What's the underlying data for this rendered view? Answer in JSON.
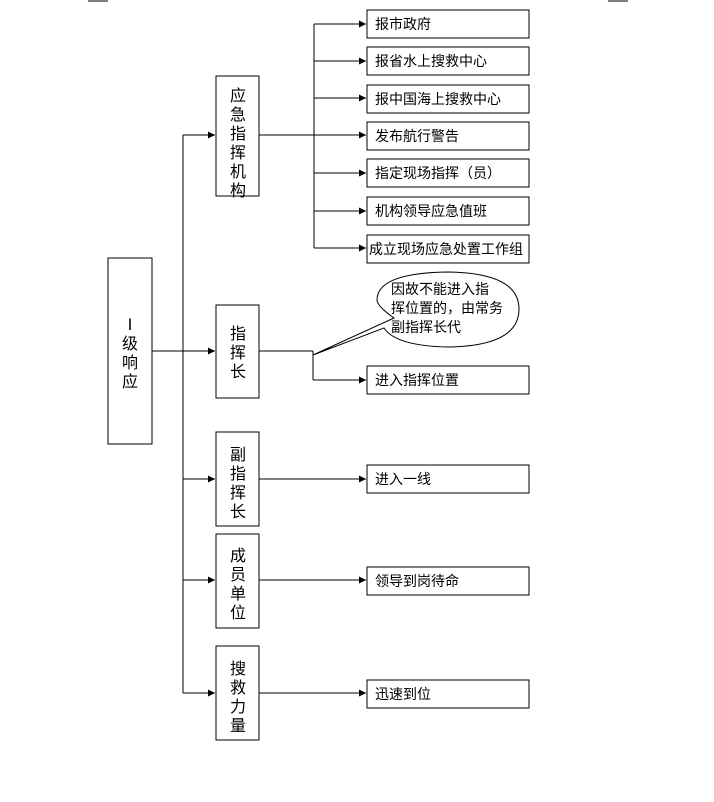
{
  "root": {
    "label": "I级响应"
  },
  "groups": [
    {
      "label": "应急指挥机构",
      "actions": [
        "报市政府",
        "报省水上搜救中心",
        "报中国海上搜救中心",
        "发布航行警告",
        "指定现场指挥（员）",
        "机构领导应急值班",
        "成立现场应急处置工作组"
      ]
    },
    {
      "label": "指挥长",
      "actions": [
        "进入指挥位置"
      ],
      "note": [
        "因故不能进入指",
        "挥位置的，由常务",
        "副指挥长代"
      ]
    },
    {
      "label": "副指挥长",
      "actions": [
        "进入一线"
      ]
    },
    {
      "label": "成员单位",
      "actions": [
        "领导到岗待命"
      ]
    },
    {
      "label": "搜救力量",
      "actions": [
        "迅速到位"
      ]
    }
  ]
}
